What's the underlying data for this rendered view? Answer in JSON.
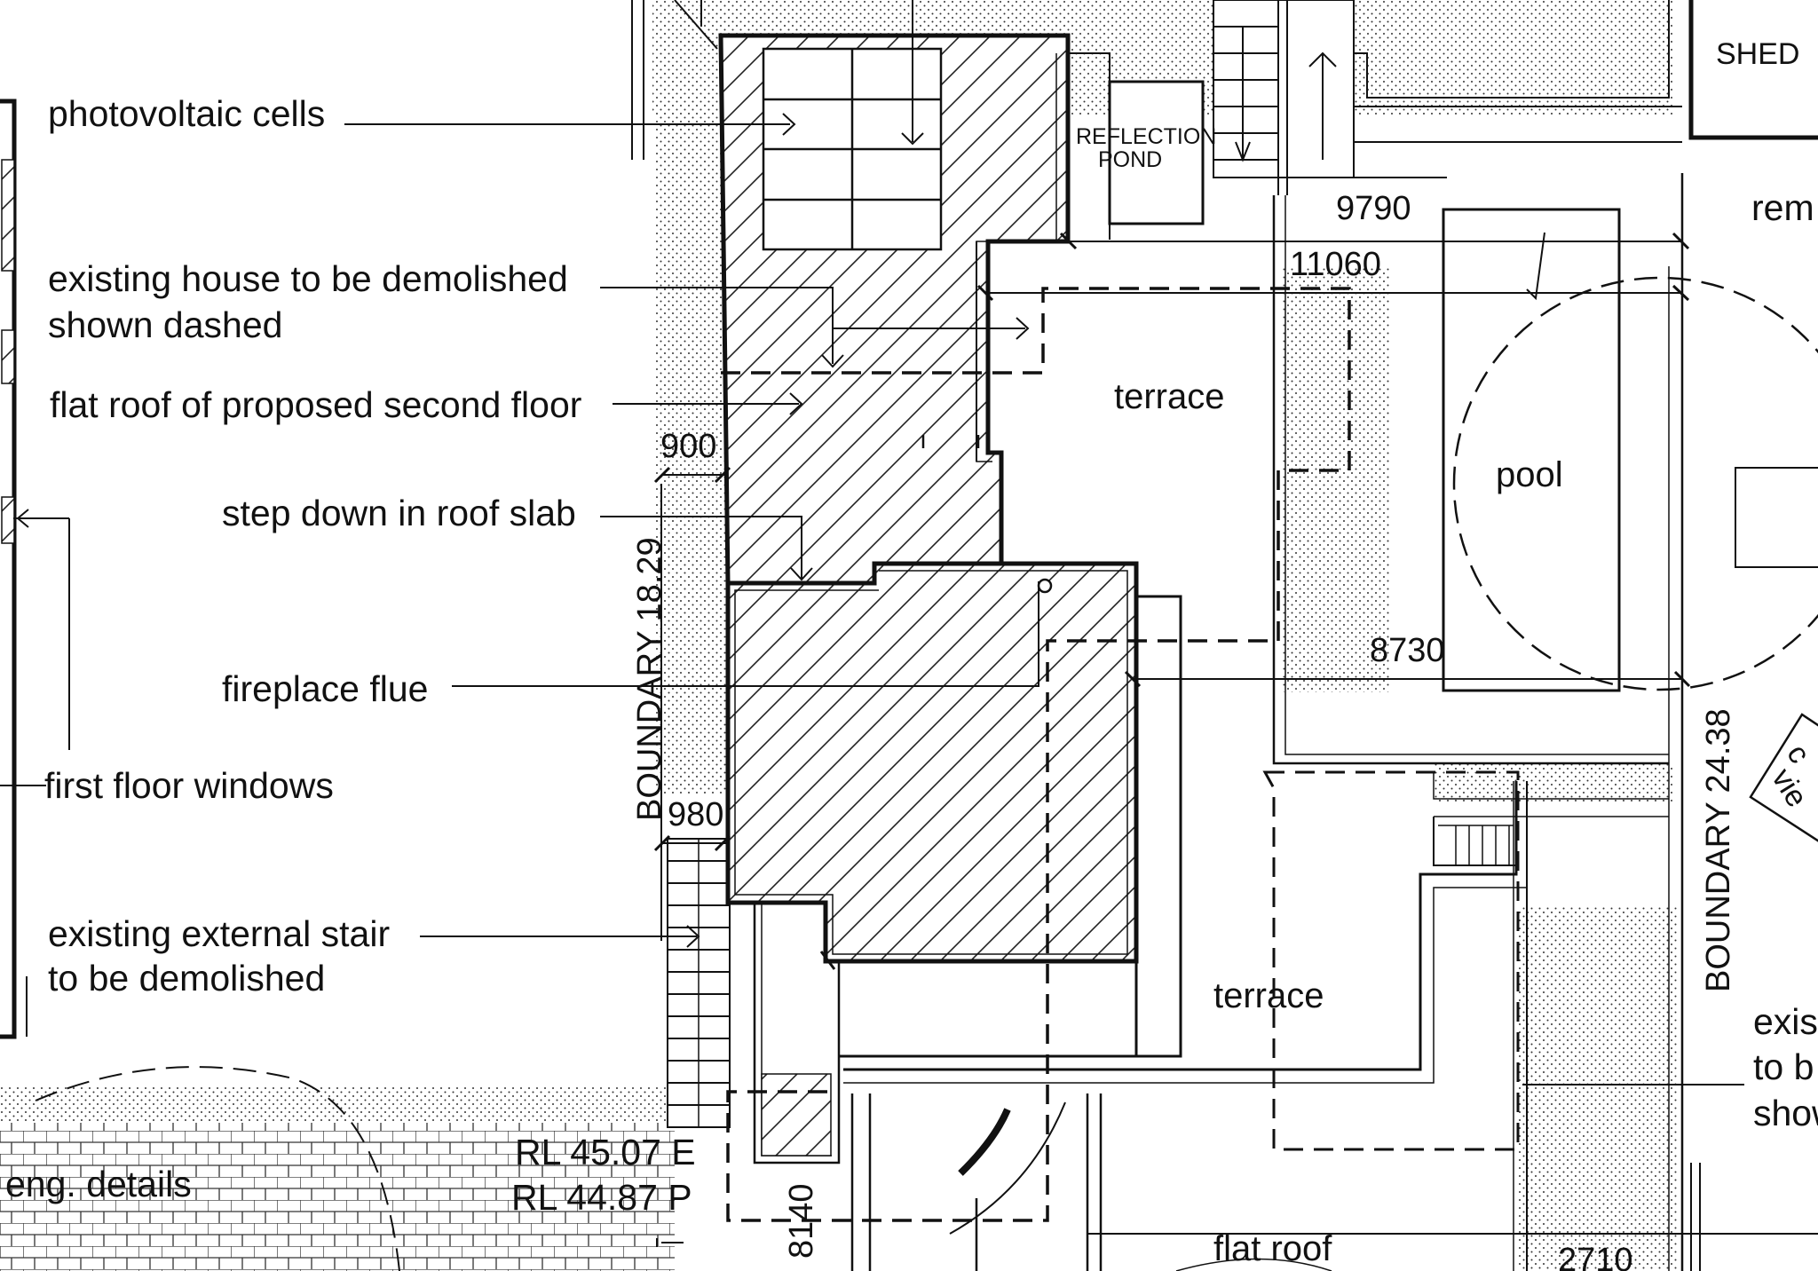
{
  "annotations": {
    "photovoltaic": "photovoltaic cells",
    "demolished_1": "existing house to be demolished",
    "demolished_2": "shown dashed",
    "flat_roof_second": "flat roof of proposed second floor",
    "step_down": "step down in roof slab",
    "fireplace": "fireplace flue",
    "first_floor_windows": "first floor windows",
    "stair_1": "existing external stair",
    "stair_2": "to be demolished",
    "eng_details": "eng. details",
    "right_1": "exis",
    "right_2": "to b",
    "right_3": "show",
    "rem": "rem"
  },
  "spaces": {
    "shed": "SHED",
    "reflection_1": "REFLECTION",
    "reflection_2": "POND",
    "terrace_upper": "terrace",
    "terrace_lower": "terrace",
    "pool": "pool",
    "flat_roof": "flat roof",
    "view_1": "c",
    "view_2": "vie"
  },
  "dimensions": {
    "d9790": "9790",
    "d11060": "11060",
    "d900": "900",
    "d980": "980",
    "d8730": "8730",
    "d8140": "8140",
    "d2710": "2710",
    "boundary_left": "BOUNDARY 18.29",
    "boundary_right": "BOUNDARY 24.38"
  },
  "levels": {
    "rl_existing": "RL 45.07 E",
    "rl_proposed": "RL 44.87 P"
  }
}
